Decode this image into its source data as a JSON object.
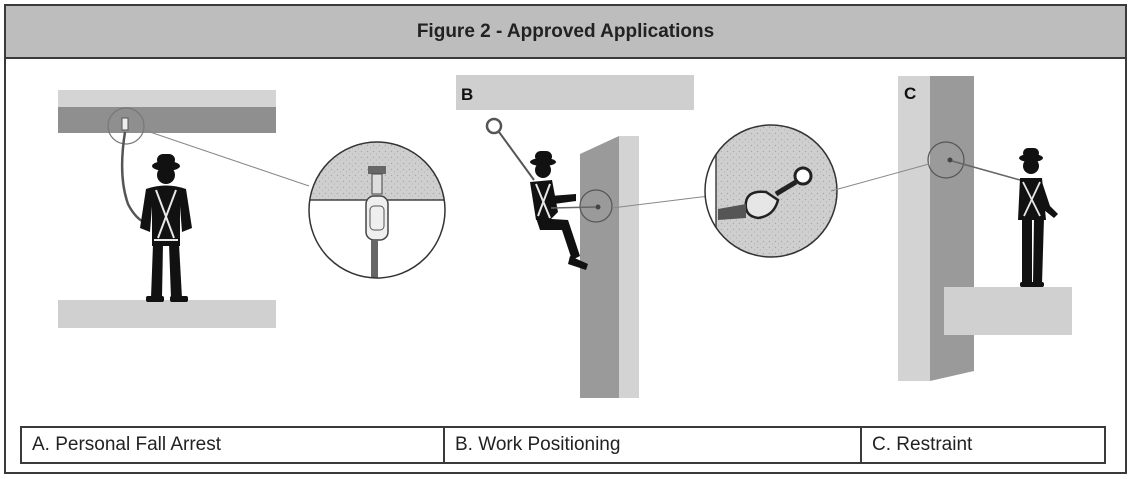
{
  "title": "Figure 2 - Approved Applications",
  "panels": [
    {
      "letter": "A",
      "caption": "A. Personal Fall Arrest"
    },
    {
      "letter": "B",
      "caption": "B. Work Positioning"
    },
    {
      "letter": "C",
      "caption": "C. Restraint"
    }
  ],
  "colors": {
    "title_bg": "#bdbdbd",
    "light_gray": "#cfcfcf",
    "dark_gray": "#8f8f8f",
    "worker": "#111111"
  }
}
